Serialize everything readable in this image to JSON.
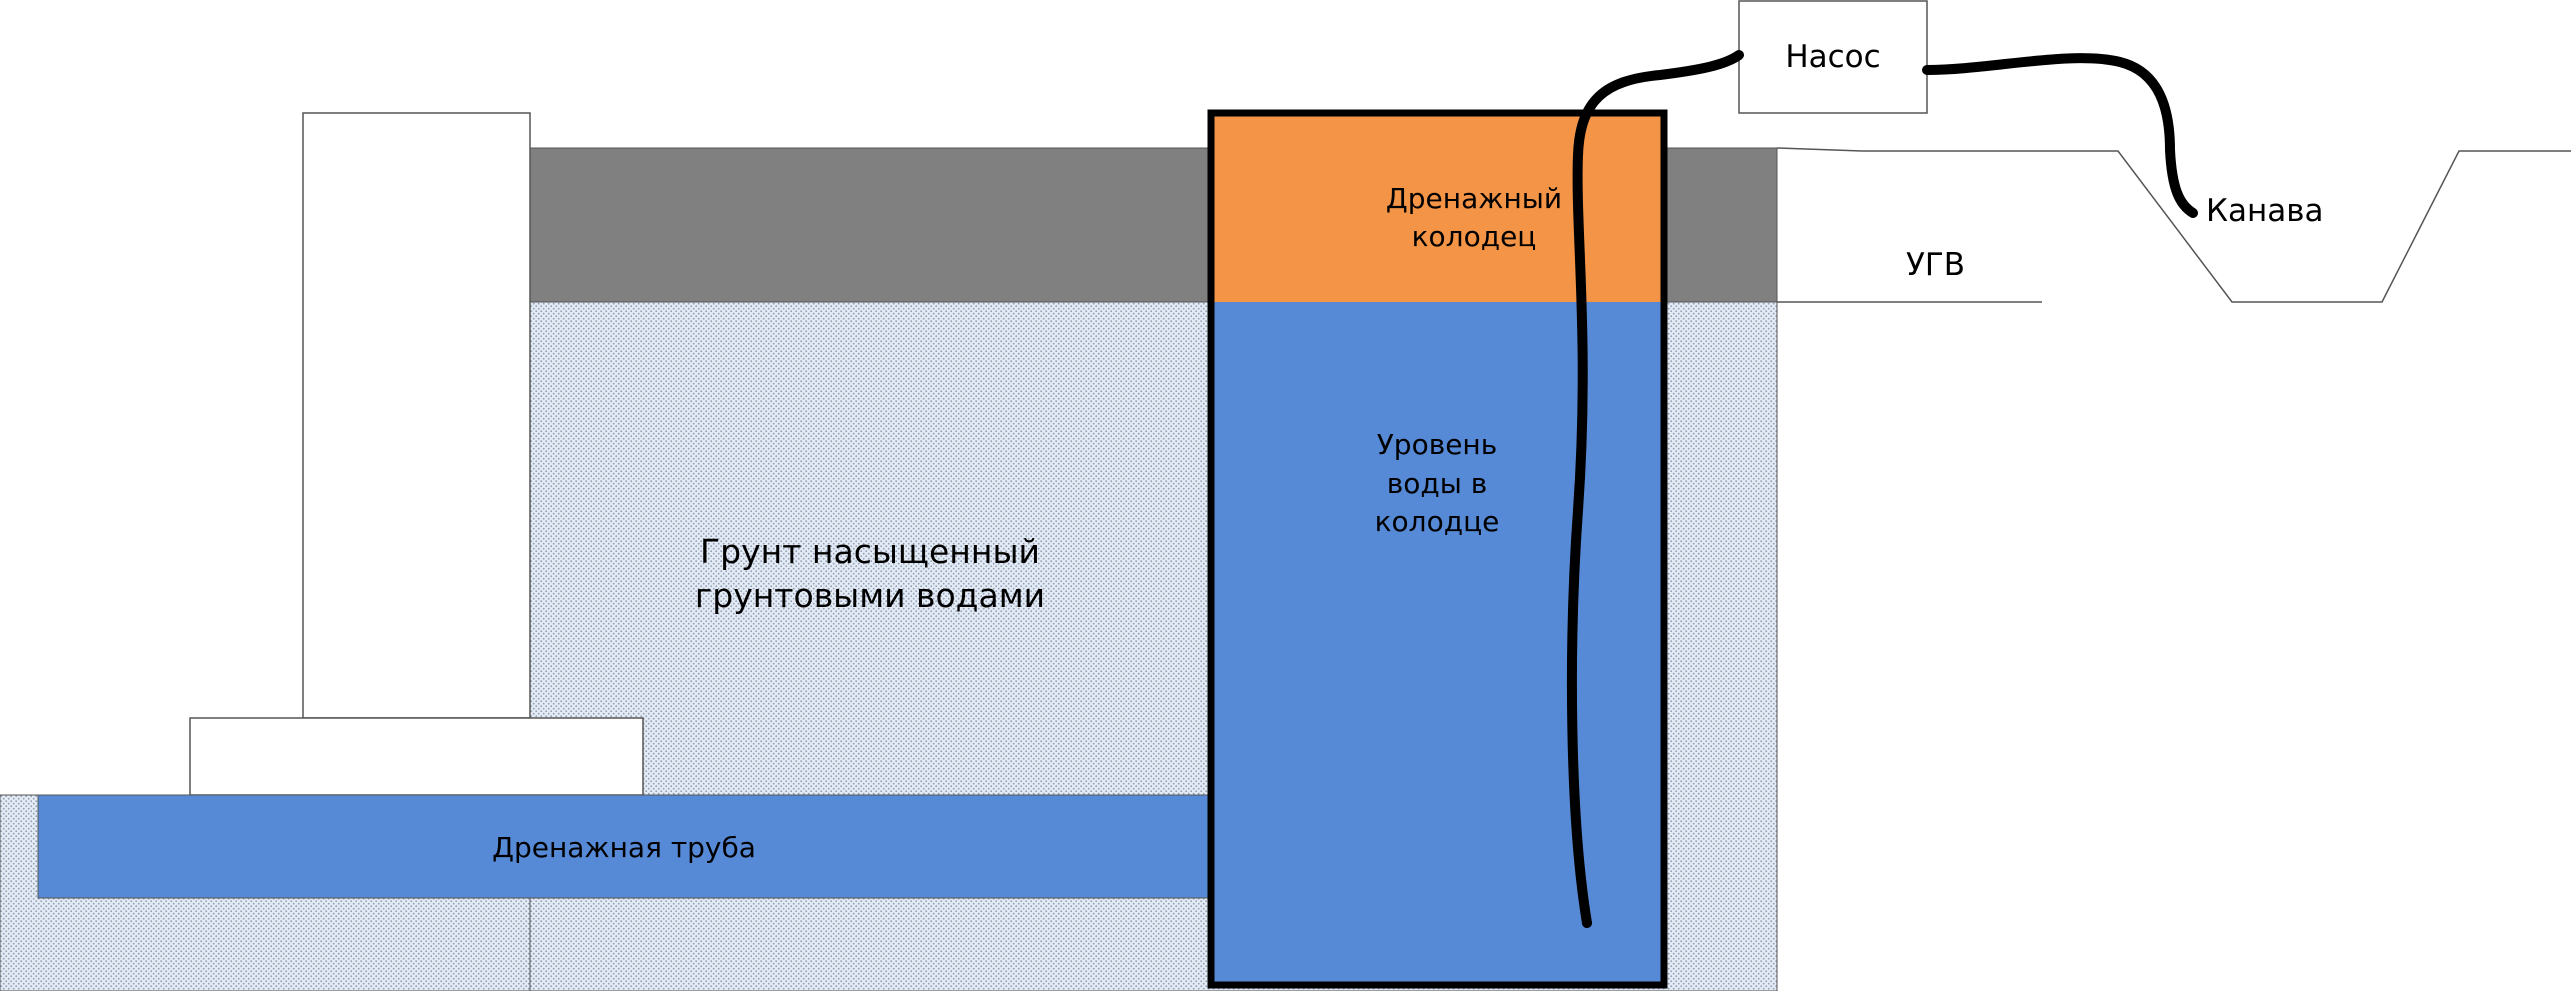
{
  "labels": {
    "pump": "Насос",
    "ditch": "Канава",
    "groundwater_level": "УГВ",
    "well_line1": "Дренажный",
    "well_line2": "колодец",
    "water_line1": "Уровень",
    "water_line2": "воды в",
    "water_line3": "колодце",
    "soil_line1": "Грунт насыщенный",
    "soil_line2": "грунтовыми водами",
    "pipe": "Дренажная труба"
  },
  "colors": {
    "upper_soil": "#808080",
    "well_top": "#f39446",
    "water": "#568ad7",
    "saturated_soil": "#d2dcea",
    "outline": "#000000"
  },
  "icons": {
    "hose": "pump-hose",
    "ditch": "trapezoid-ditch"
  }
}
